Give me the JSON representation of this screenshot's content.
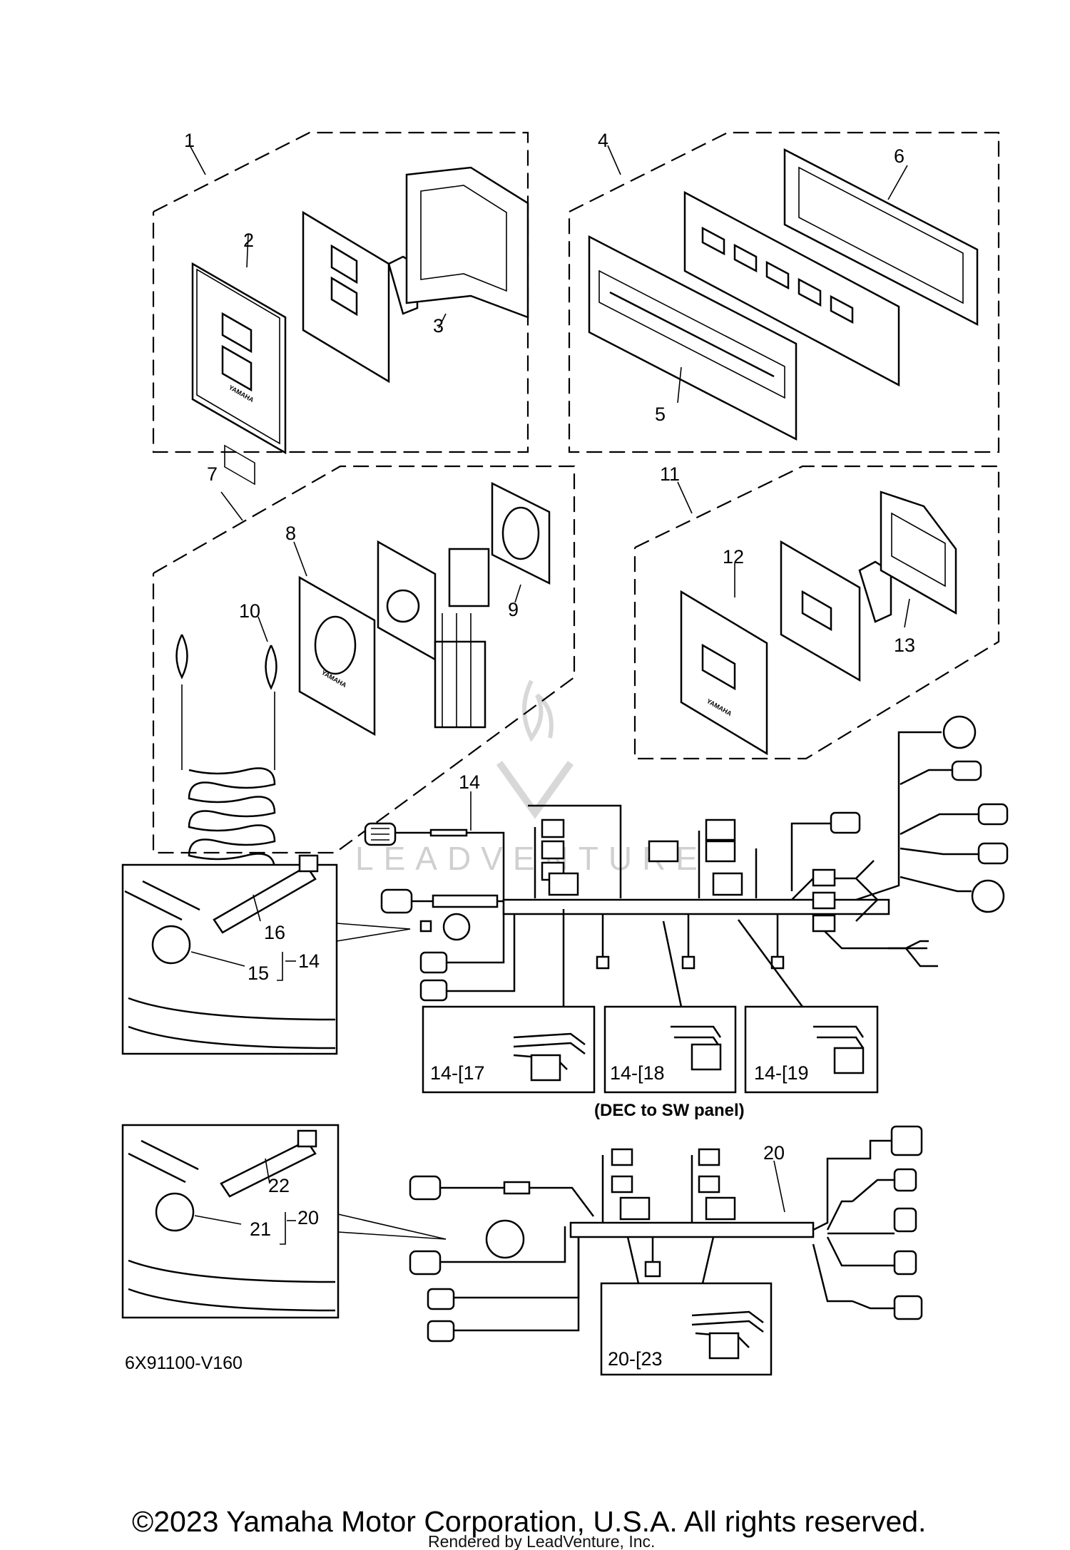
{
  "callouts": {
    "c1": "1",
    "c2": "2",
    "c3": "3",
    "c4": "4",
    "c5": "5",
    "c6": "6",
    "c7": "7",
    "c8": "8",
    "c9": "9",
    "c10": "10",
    "c11": "11",
    "c12": "12",
    "c13": "13",
    "c14": "14",
    "c16": "16",
    "c15": "15",
    "c14b": "14",
    "c20": "20",
    "c22": "22",
    "c21": "21",
    "c20b": "20"
  },
  "sub_assemblies": {
    "a17": "14-[17",
    "a18": "14-[18",
    "a19": "14-[19",
    "a23": "20-[23"
  },
  "panel_brand": "YAMAHA",
  "note": "(DEC to SW panel)",
  "diagram_code": "6X91100-V160",
  "copyright": "©2023 Yamaha Motor Corporation, U.S.A. All rights reserved.",
  "rendered_by": "Rendered by LeadVenture, Inc.",
  "watermark": "LEADVENTURE"
}
